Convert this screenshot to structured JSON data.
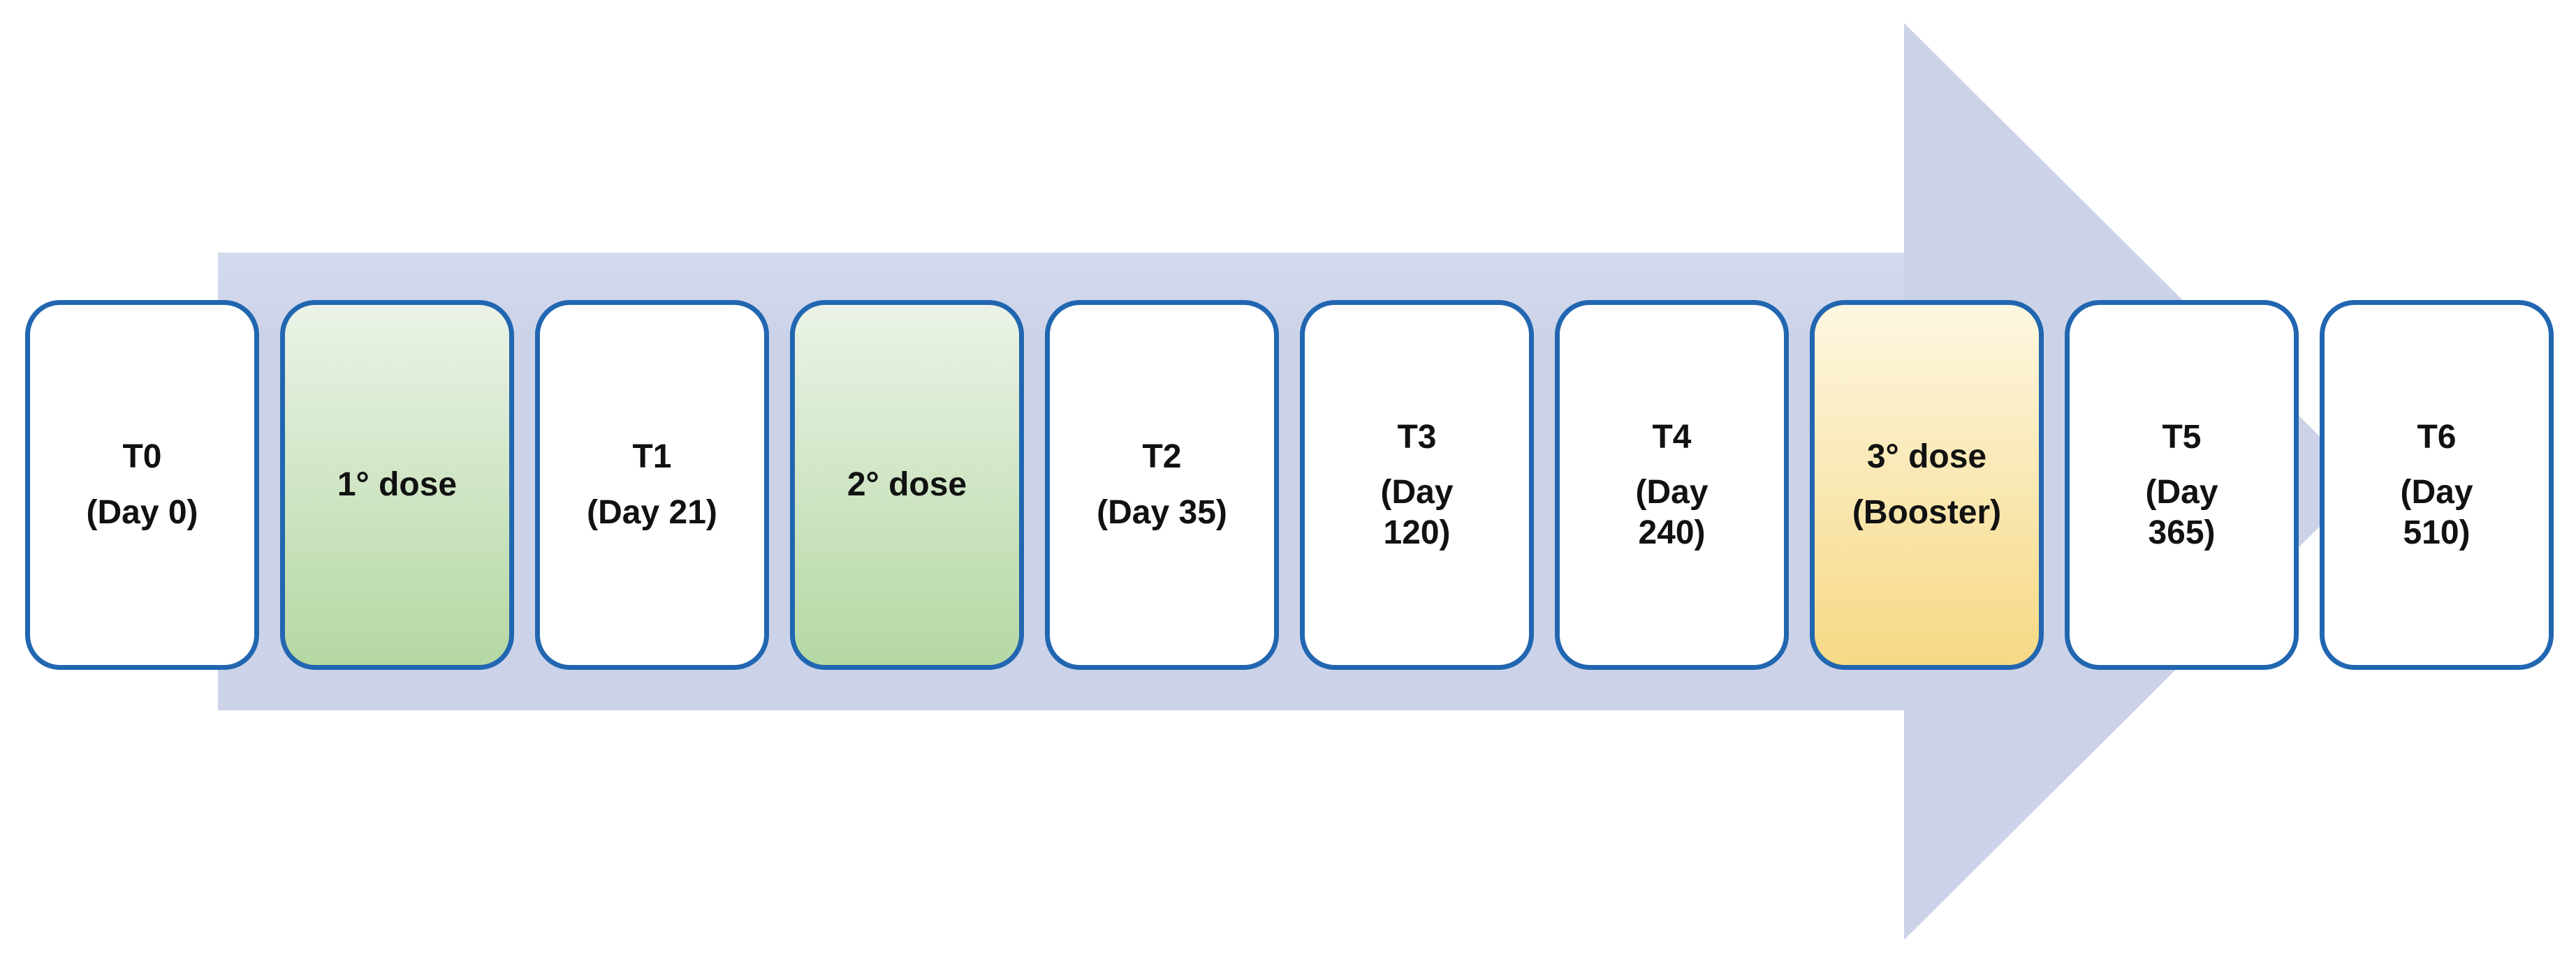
{
  "diagram": {
    "type": "timeline-process-arrow",
    "arrow": {
      "direction": "right",
      "shape": "horizontal band with large triangular arrowhead"
    },
    "colors": {
      "arrow_fill": "#ccd3e9",
      "arrow_fill_light": "#d5dbee",
      "box_border": "#2166b0",
      "dose_green_top": "#ebf3e7",
      "dose_green_bottom": "#b5d8a3",
      "dose_yellow_top": "#fdf7e1",
      "dose_yellow_bottom": "#f6d985",
      "label_color": "#111111"
    },
    "boxes": [
      {
        "id": "t0",
        "type": "timepoint",
        "title": "T0",
        "subtitle": "(Day 0)"
      },
      {
        "id": "dose1",
        "type": "dose-green",
        "title": "1° dose",
        "subtitle": ""
      },
      {
        "id": "t1",
        "type": "timepoint",
        "title": "T1",
        "subtitle": "(Day 21)"
      },
      {
        "id": "dose2",
        "type": "dose-green",
        "title": "2° dose",
        "subtitle": ""
      },
      {
        "id": "t2",
        "type": "timepoint",
        "title": "T2",
        "subtitle": "(Day 35)"
      },
      {
        "id": "t3",
        "type": "timepoint",
        "title": "T3",
        "subtitle": "(Day\n120)"
      },
      {
        "id": "t4",
        "type": "timepoint",
        "title": "T4",
        "subtitle": "(Day\n240)"
      },
      {
        "id": "dose3",
        "type": "dose-yellow",
        "title": "3° dose",
        "subtitle": "(Booster)"
      },
      {
        "id": "t5",
        "type": "timepoint",
        "title": "T5",
        "subtitle": "(Day\n365)"
      },
      {
        "id": "t6",
        "type": "timepoint",
        "title": "T6",
        "subtitle": "(Day\n510)"
      }
    ]
  }
}
